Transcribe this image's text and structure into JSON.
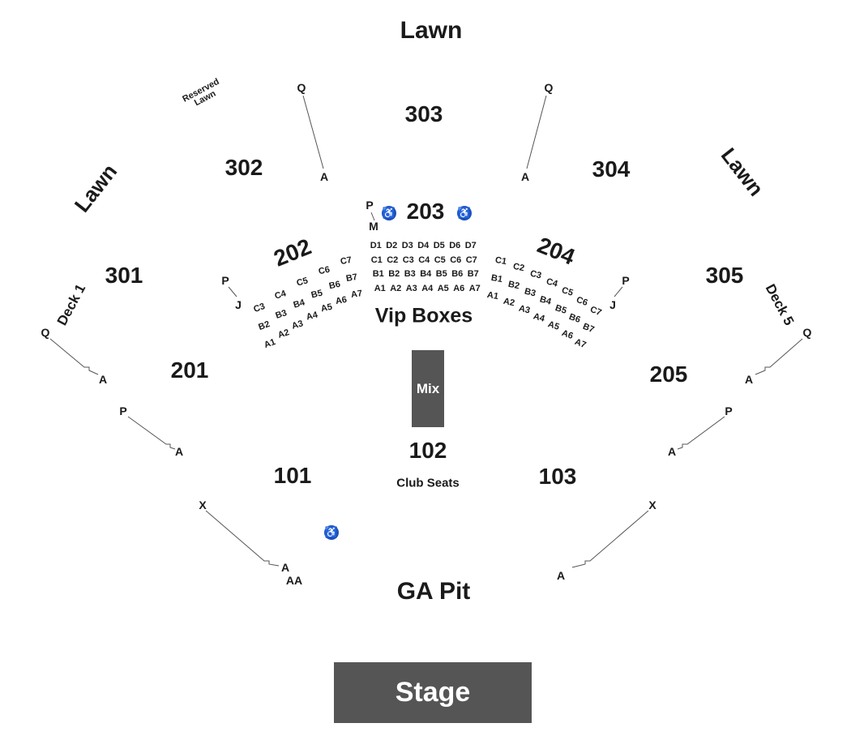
{
  "areas": {
    "lawn_top": "Lawn",
    "lawn_left": "Lawn",
    "lawn_right": "Lawn",
    "reserved_lawn": [
      "Reserved",
      "Lawn"
    ],
    "ga_pit": "GA Pit",
    "stage": "Stage",
    "mix": "Mix",
    "vip_boxes": "Vip Boxes",
    "club_seats": "Club Seats",
    "deck1": "Deck 1",
    "deck5": "Deck 5"
  },
  "sections": {
    "s101": "101",
    "s102": "102",
    "s103": "103",
    "s201": "201",
    "s202": "202",
    "s203": "203",
    "s204": "204",
    "s205": "205",
    "s301": "301",
    "s302": "302",
    "s303": "303",
    "s304": "304",
    "s305": "305"
  },
  "row_letters": {
    "q": "Q",
    "a": "A",
    "p": "P",
    "j": "J",
    "m": "M",
    "x": "X",
    "aa": "AA"
  },
  "accessibility_icon": "wheelchair-icon",
  "colors": {
    "block_fill": "#555555",
    "accessible": "#1f4fbf"
  },
  "vip_center": {
    "rowD": [
      "D1",
      "D2",
      "D3",
      "D4",
      "D5",
      "D6",
      "D7"
    ],
    "rowC": [
      "C1",
      "C2",
      "C3",
      "C4",
      "C5",
      "C6",
      "C7"
    ],
    "rowB": [
      "B1",
      "B2",
      "B3",
      "B4",
      "B5",
      "B6",
      "B7"
    ],
    "rowA": [
      "A1",
      "A2",
      "A3",
      "A4",
      "A5",
      "A6",
      "A7"
    ]
  },
  "vip_left": {
    "rowC": [
      "C3",
      "C4",
      "C5",
      "C6",
      "C7"
    ],
    "rowB": [
      "B2",
      "B3",
      "B4",
      "B5",
      "B6",
      "B7"
    ],
    "rowA": [
      "A1",
      "A2",
      "A3",
      "A4",
      "A5",
      "A6",
      "A7"
    ]
  },
  "vip_right": {
    "rowC": [
      "C1",
      "C2",
      "C3",
      "C4",
      "C5",
      "C6",
      "C7"
    ],
    "rowB": [
      "B1",
      "B2",
      "B3",
      "B4",
      "B5",
      "B6",
      "B7"
    ],
    "rowA": [
      "A1",
      "A2",
      "A3",
      "A4",
      "A5",
      "A6",
      "A7"
    ]
  }
}
